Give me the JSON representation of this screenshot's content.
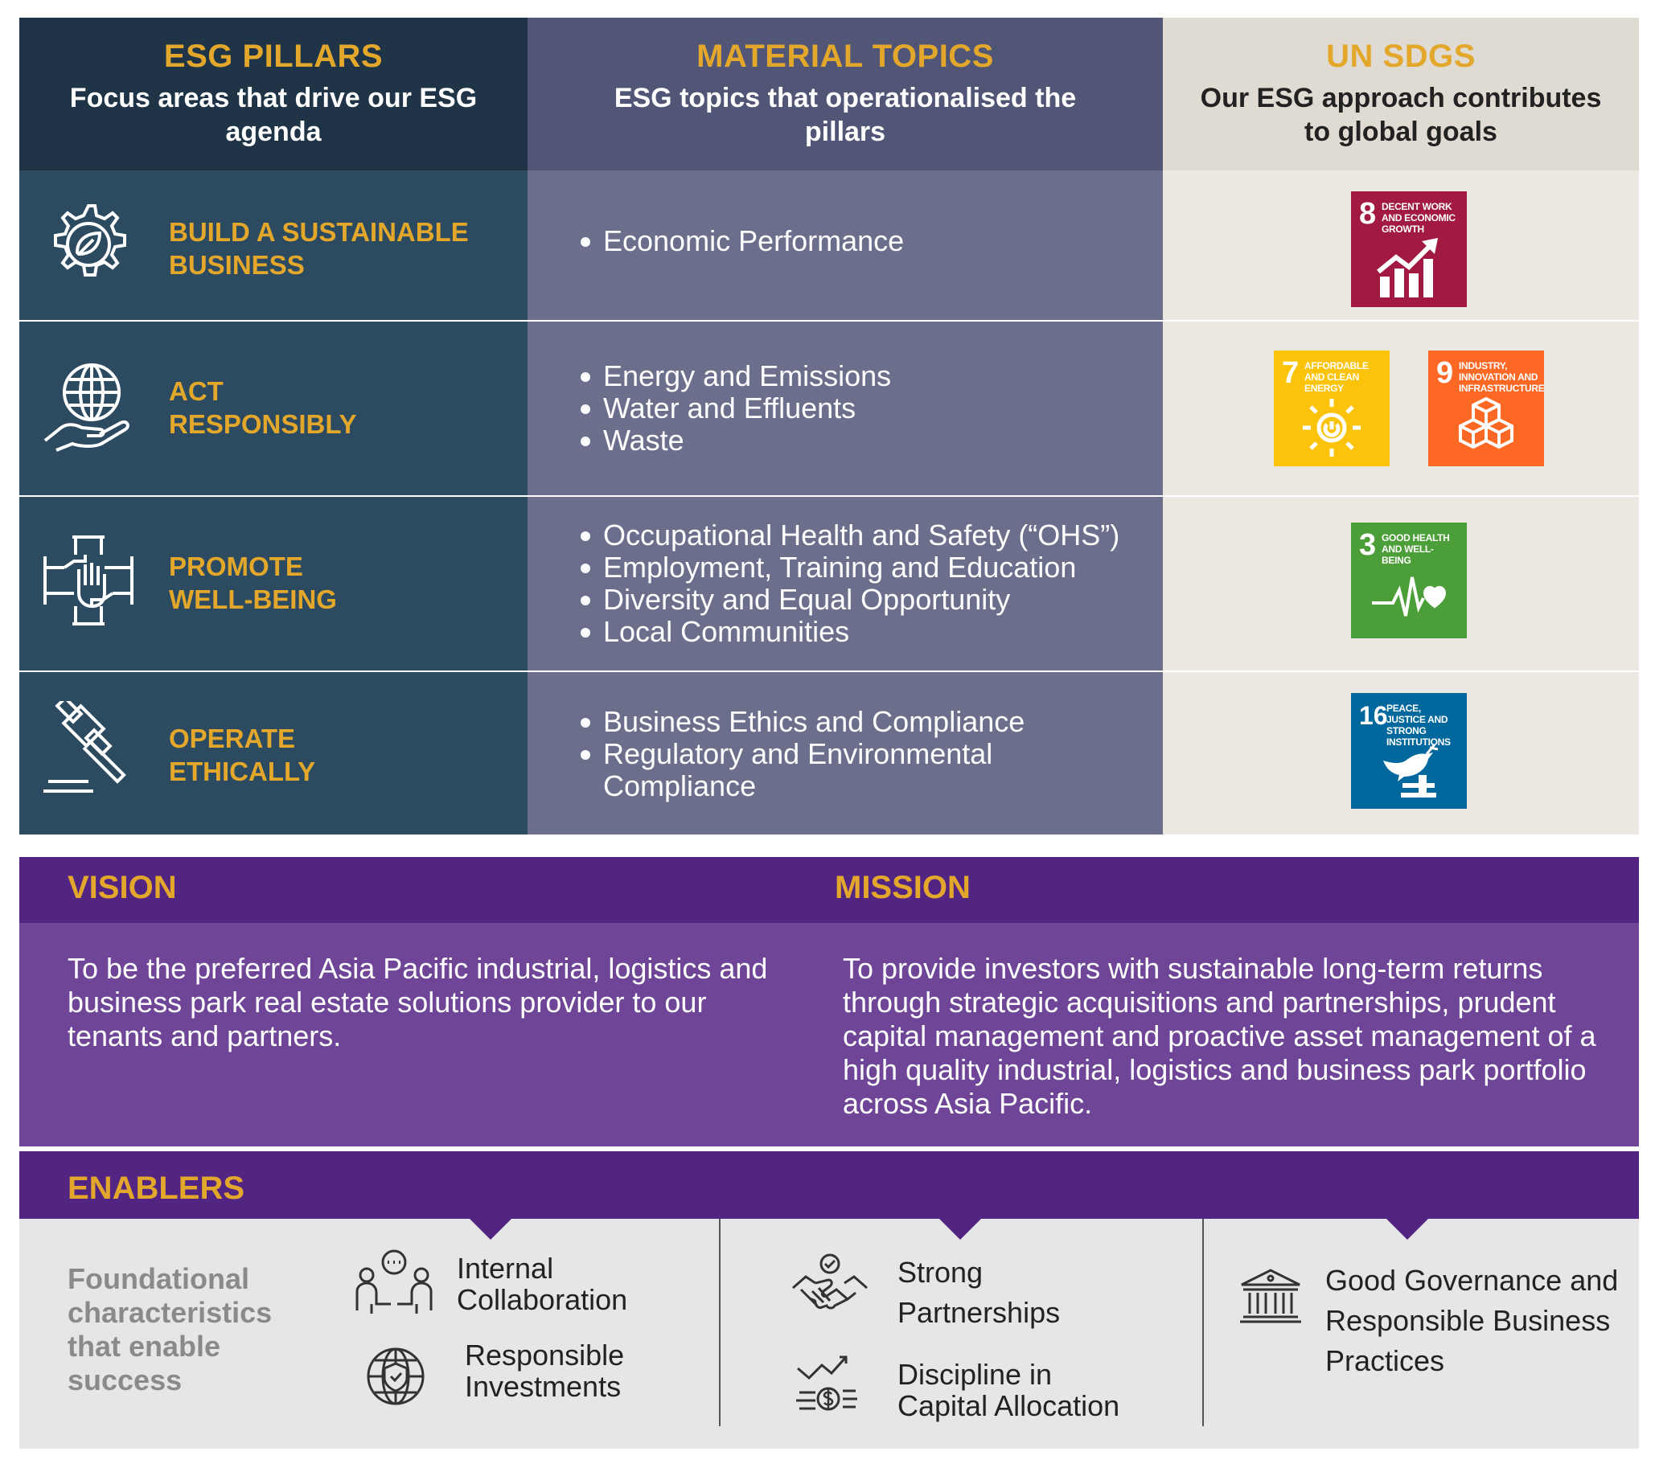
{
  "header": {
    "pillars": {
      "title": "ESG PILLARS",
      "subtitle": "Focus areas that drive our ESG agenda"
    },
    "topics": {
      "title": "MATERIAL TOPICS",
      "subtitle": "ESG topics that operationalised the pillars"
    },
    "sdgs": {
      "title": "UN SDGS",
      "subtitle": "Our ESG approach contributes to global goals"
    }
  },
  "colors": {
    "accent_gold": "#e3a82b",
    "pillar_bg": "#2c4a60",
    "topic_bg": "#6b6f8b",
    "sdg_bg": "#ebe8e2",
    "purple_dark": "#532582",
    "purple_light": "#6f4697"
  },
  "rows": [
    {
      "pillar_line1": "BUILD A SUSTAINABLE",
      "pillar_line2": "BUSINESS",
      "icon": "gear-leaf-icon",
      "topics": [
        "Economic Performance"
      ],
      "sdgs": [
        {
          "number": "8",
          "label": "DECENT WORK AND ECONOMIC GROWTH",
          "color": "#a21942",
          "icon": "growth-chart-icon"
        }
      ]
    },
    {
      "pillar_line1": "ACT",
      "pillar_line2": "RESPONSIBLY",
      "icon": "globe-hand-icon",
      "topics": [
        "Energy and Emissions",
        "Water and Effluents",
        "Waste"
      ],
      "sdgs": [
        {
          "number": "7",
          "label": "AFFORDABLE AND CLEAN ENERGY",
          "color": "#fcc30b",
          "icon": "sun-power-icon"
        },
        {
          "number": "9",
          "label": "INDUSTRY, INNOVATION AND INFRASTRUCTURE",
          "color": "#fd6925",
          "icon": "cubes-icon"
        }
      ]
    },
    {
      "pillar_line1": "PROMOTE",
      "pillar_line2": "WELL-BEING",
      "icon": "joined-hands-icon",
      "topics": [
        "Occupational Health and Safety (“OHS”)",
        "Employment, Training and Education",
        "Diversity and Equal Opportunity",
        "Local Communities"
      ],
      "sdgs": [
        {
          "number": "3",
          "label": "GOOD HEALTH AND WELL-BEING",
          "color": "#4c9f38",
          "icon": "heartbeat-icon"
        }
      ]
    },
    {
      "pillar_line1": "OPERATE",
      "pillar_line2": "ETHICALLY",
      "icon": "gavel-icon",
      "topics": [
        "Business Ethics and Compliance",
        "Regulatory and Environmental Compliance"
      ],
      "sdgs": [
        {
          "number": "16",
          "label": "PEACE, JUSTICE AND STRONG INSTITUTIONS",
          "color": "#00689d",
          "icon": "dove-gavel-icon"
        }
      ]
    }
  ],
  "vision": {
    "label": "VISION",
    "text": "To be the preferred Asia Pacific industrial, logistics and business park real estate solutions provider to our tenants and partners."
  },
  "mission": {
    "label": "MISSION",
    "text": "To provide investors with sustainable long-term returns through strategic acquisitions and partnerships, prudent capital management and proactive asset management of a high quality industrial, logistics and business park portfolio across Asia Pacific."
  },
  "enablers": {
    "label": "ENABLERS",
    "foundational": "Foundational characteristics that enable success",
    "items": [
      {
        "line1": "Internal",
        "line2": "Collaboration",
        "icon": "collaboration-icon"
      },
      {
        "line1": "Responsible",
        "line2": "Investments",
        "icon": "globe-shield-icon"
      },
      {
        "line1": "Strong",
        "line2": "Partnerships",
        "icon": "handshake-icon"
      },
      {
        "line1": "Discipline in",
        "line2": "Capital Allocation",
        "icon": "capital-allocation-icon"
      },
      {
        "line1": "Good Governance and",
        "line2": "Responsible Business",
        "line3": "Practices",
        "icon": "institution-icon"
      }
    ]
  }
}
